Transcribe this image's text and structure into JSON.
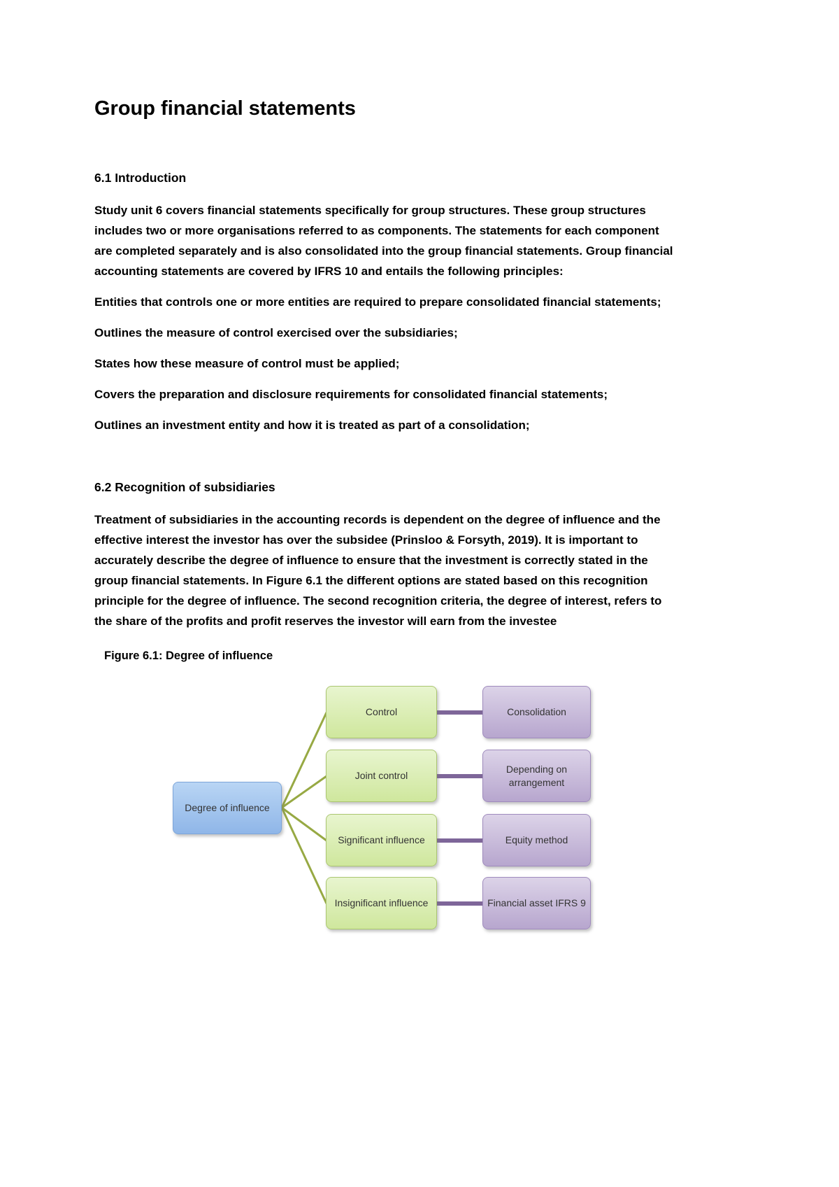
{
  "document": {
    "title": "Group financial statements",
    "intro": {
      "heading": "6.1 Introduction",
      "paragraphs": [
        "Study unit 6 covers financial statements specifically for group structures. These group structures includes two or more organisations referred to as components. The statements for each component are completed separately and is also consolidated into the group financial statements. Group financial accounting statements are covered by IFRS 10 and entails the following principles:",
        "Entities that controls one or more entities are required to prepare consolidated financial statements;",
        "Outlines the measure of control exercised over the subsidiaries;",
        "States how these measure of control must be applied;",
        "Covers the preparation and disclosure requirements for consolidated financial statements;",
        "Outlines an investment entity and how it is treated as part of a consolidation;"
      ]
    },
    "recognition": {
      "heading": "6.2 Recognition of subsidiaries",
      "paragraph": "Treatment of subsidiaries in the accounting records is dependent on the degree of influence and the effective interest the investor has over the subsidee (Prinsloo & Forsyth, 2019). It is important to accurately describe the degree of influence to ensure that the investment is correctly stated in the group financial statements. In Figure 6.1 the different options are stated based on this recognition principle for the degree of influence. The second recognition criteria, the degree of interest, refers to the share of the profits and profit reserves the investor will earn from the investee"
    },
    "figure": {
      "caption": "Figure 6.1: Degree of influence",
      "root_label": "Degree of influence",
      "branches": [
        {
          "influence": "Control",
          "treatment": "Consolidation"
        },
        {
          "influence": "Joint control",
          "treatment": "Depending on arrangement"
        },
        {
          "influence": "Significant influence",
          "treatment": "Equity method"
        },
        {
          "influence": "Insignificant influence",
          "treatment": "Financial asset IFRS 9"
        }
      ],
      "colors": {
        "root_fill_top": "#b9d5f4",
        "root_fill_bottom": "#8fb6e8",
        "root_border": "#7da5d9",
        "influence_fill_top": "#e8f5cf",
        "influence_fill_bottom": "#cfe79d",
        "influence_border": "#abc671",
        "treatment_fill_top": "#dcd3e8",
        "treatment_fill_bottom": "#b7a6ce",
        "treatment_border": "#9f8bbd",
        "connector_influence": "#97a943",
        "connector_treatment": "#7e6699"
      }
    }
  }
}
